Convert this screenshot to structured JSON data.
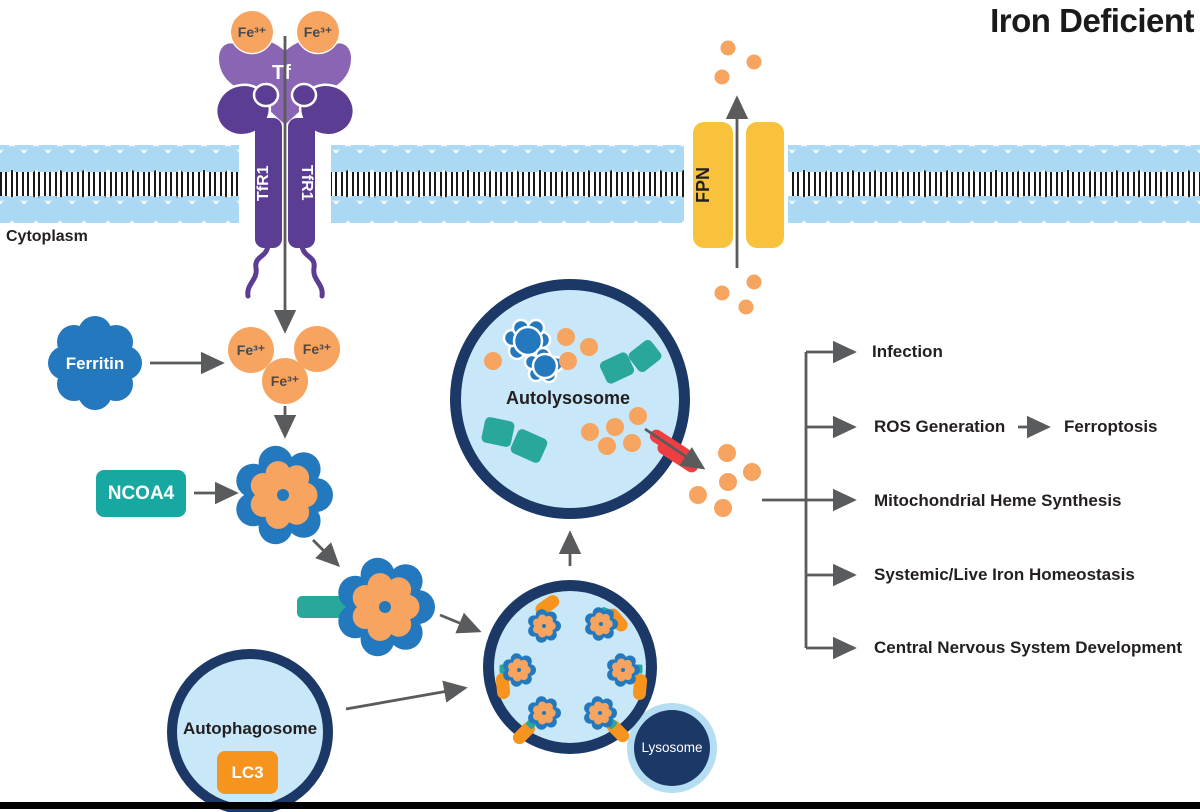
{
  "title": "Iron Deficient",
  "labels": {
    "cytoplasm": "Cytoplasm",
    "tf": "Tf",
    "tfr1": "TfR1",
    "fpn": "FPN",
    "fe": "Fe³⁺",
    "ferritin": "Ferritin",
    "ncoa4": "NCOA4",
    "autophagosome": "Autophagosome",
    "lc3": "LC3",
    "autolysosome": "Autolysosome",
    "lysosome": "Lysosome"
  },
  "outcomes": {
    "infection": "Infection",
    "ros": "ROS Generation",
    "ferroptosis": "Ferroptosis",
    "heme": "Mitochondrial Heme Synthesis",
    "homeostasis": "Systemic/Live Iron Homeostasis",
    "cns": "Central Nervous System Development"
  },
  "colors": {
    "membrane": "#ABD9F4",
    "tail": "#1A1A1A",
    "purpleDark": "#5C3D94",
    "purpleLight": "#8A65B4",
    "orange": "#F6A45F",
    "orangeDeep": "#F7941E",
    "yellow": "#F9C23C",
    "teal": "#18A8A2",
    "tealCapsule": "#2AA79B",
    "blue": "#2378BE",
    "navy": "#1B3866",
    "lightFill": "#C8E7F9",
    "lysoRing": "#B5DEF2",
    "red": "#EE3E42",
    "arrow": "#595B5D",
    "text": "#231F20"
  }
}
